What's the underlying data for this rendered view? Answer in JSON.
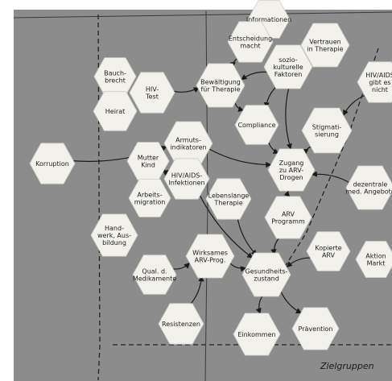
{
  "board": {
    "background": "#8c8c8c",
    "card_color": "#f2f1ec",
    "line_color": "#1a1a1a",
    "caption": "Zielgruppen"
  },
  "cards": [
    {
      "id": "informationen",
      "lines": [
        "Informationen"
      ]
    },
    {
      "id": "entscheidung-macht",
      "lines": [
        "Entscheidung",
        "macht"
      ]
    },
    {
      "id": "vertrauen-therapie",
      "lines": [
        "Vertrauen",
        "in Therapie"
      ]
    },
    {
      "id": "soziokulturelle-faktoren",
      "lines": [
        "sozio-",
        "kulturelle",
        "Faktoren"
      ]
    },
    {
      "id": "bewaeltigung-therapie",
      "lines": [
        "Bewältigung",
        "für Therapie"
      ]
    },
    {
      "id": "bauchbrecht",
      "lines": [
        "Bauch-",
        "brecht"
      ]
    },
    {
      "id": "hiv-test",
      "lines": [
        "HIV-",
        "Test"
      ]
    },
    {
      "id": "heirat",
      "lines": [
        "Heirat"
      ]
    },
    {
      "id": "hiv-aids-nicht",
      "lines": [
        "HIV/AIDS",
        "gibt es",
        "nicht"
      ]
    },
    {
      "id": "compliance",
      "lines": [
        "Compliance"
      ]
    },
    {
      "id": "stigmatisierung",
      "lines": [
        "Stigmati-",
        "sierung"
      ]
    },
    {
      "id": "armutsindikatoren",
      "lines": [
        "Armuts-",
        "indikatoren"
      ]
    },
    {
      "id": "mutter-kind",
      "lines": [
        "Mutter",
        "Kind"
      ]
    },
    {
      "id": "korruption",
      "lines": [
        "Korruption"
      ]
    },
    {
      "id": "zugang-arv-drogen",
      "lines": [
        "Zugang",
        "zu ARV-",
        "Drogen"
      ]
    },
    {
      "id": "hiv-aids-infektionen",
      "lines": [
        "HIV/AIDS-",
        "Infektionen"
      ]
    },
    {
      "id": "arbeitsmigration",
      "lines": [
        "Arbeits-",
        "migration"
      ]
    },
    {
      "id": "lebenslange-therapie",
      "lines": [
        "Lebenslange",
        "Therapie"
      ]
    },
    {
      "id": "dezentrale-med-angebote",
      "lines": [
        "dezentrale",
        "med. Angebote"
      ]
    },
    {
      "id": "arv-programm",
      "lines": [
        "ARV",
        "Programm"
      ]
    },
    {
      "id": "handwerk-ausbildung",
      "lines": [
        "Hand-",
        "werk, Aus-",
        "bildung"
      ]
    },
    {
      "id": "kopierte-arv",
      "lines": [
        "Kopierte",
        "ARV"
      ]
    },
    {
      "id": "aktion-markt",
      "lines": [
        "Aktion",
        "Markt"
      ]
    },
    {
      "id": "wirksames-arv-prog",
      "lines": [
        "Wirksames",
        "ARV-Prog."
      ]
    },
    {
      "id": "qual-medikamente",
      "lines": [
        "Qual. d.",
        "Medikamente"
      ]
    },
    {
      "id": "gesundheitszustand",
      "lines": [
        "Gesundheits-",
        "zustand"
      ]
    },
    {
      "id": "resistenzen",
      "lines": [
        "Resistenzen"
      ]
    },
    {
      "id": "einkommen",
      "lines": [
        "Einkommen"
      ]
    },
    {
      "id": "praevention",
      "lines": [
        "Prävention"
      ]
    }
  ],
  "links": [
    [
      "entscheidung-macht",
      "bewaeltigung-therapie"
    ],
    [
      "soziokulturelle-faktoren",
      "bewaeltigung-therapie"
    ],
    [
      "soziokulturelle-faktoren",
      "compliance"
    ],
    [
      "soziokulturelle-faktoren",
      "zugang-arv-drogen"
    ],
    [
      "hiv-test",
      "bewaeltigung-therapie"
    ],
    [
      "bewaeltigung-therapie",
      "compliance"
    ],
    [
      "hiv-aids-nicht",
      "stigmatisierung"
    ],
    [
      "stigmatisierung",
      "zugang-arv-drogen"
    ],
    [
      "compliance",
      "zugang-arv-drogen"
    ],
    [
      "armutsindikatoren",
      "zugang-arv-drogen"
    ],
    [
      "korruption",
      "armutsindikatoren"
    ],
    [
      "mutter-kind",
      "hiv-aids-infektionen"
    ],
    [
      "armutsindikatoren",
      "hiv-aids-infektionen"
    ],
    [
      "zugang-arv-drogen",
      "arv-programm"
    ],
    [
      "dezentrale-med-angebote",
      "zugang-arv-drogen"
    ],
    [
      "arv-programm",
      "gesundheitszustand"
    ],
    [
      "kopierte-arv",
      "gesundheitszustand"
    ],
    [
      "wirksames-arv-prog",
      "gesundheitszustand"
    ],
    [
      "qual-medikamente",
      "wirksames-arv-prog"
    ],
    [
      "resistenzen",
      "wirksames-arv-prog"
    ],
    [
      "gesundheitszustand",
      "einkommen"
    ],
    [
      "gesundheitszustand",
      "praevention"
    ],
    [
      "lebenslange-therapie",
      "gesundheitszustand"
    ],
    [
      "hiv-aids-infektionen",
      "gesundheitszustand"
    ]
  ]
}
